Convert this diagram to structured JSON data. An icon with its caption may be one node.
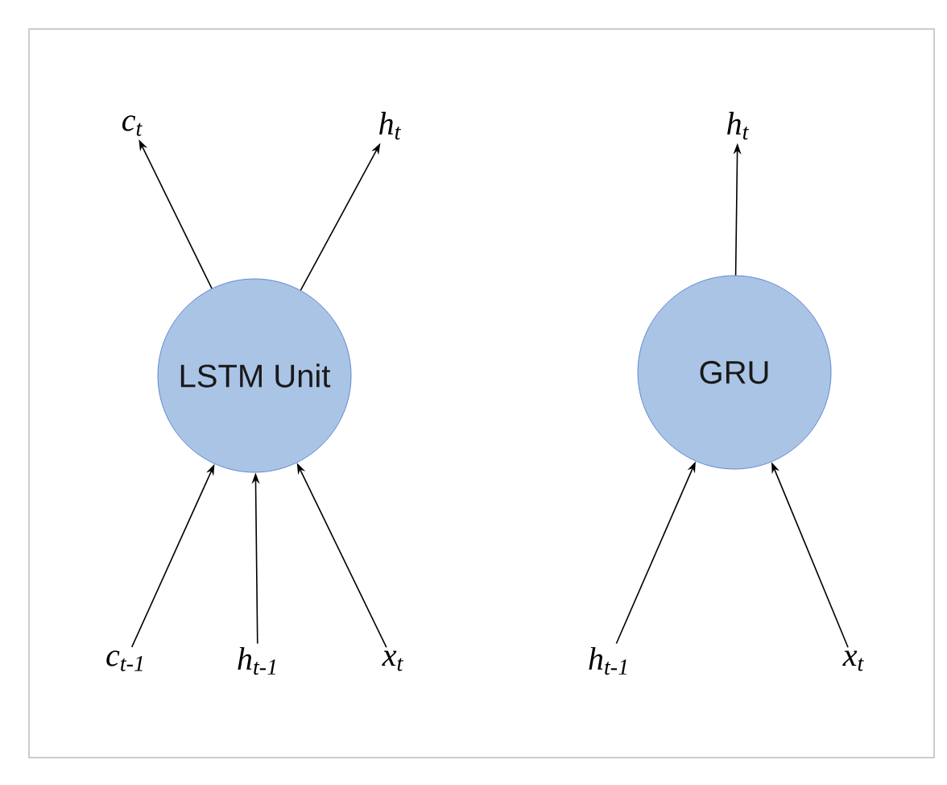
{
  "diagram": {
    "nodes": [
      {
        "text": [
          "LSTM Unit"
        ]
      },
      {
        "text": [
          "GRU"
        ]
      },
      {
        "text": [
          "c$_{t}$"
        ]
      },
      {
        "text": [
          "h$_{t}$"
        ]
      },
      {
        "text": [
          "c$_{t-1}$"
        ]
      },
      {
        "text": [
          "h$_{t-1}$"
        ]
      },
      {
        "text": [
          "x$_{t}$"
        ]
      },
      {
        "text": [
          "h$_{t}$"
        ]
      },
      {
        "text": [
          "h$_{t-1}$"
        ]
      },
      {
        "text": [
          "x$_{t}$"
        ]
      }
    ],
    "edges": [
      {
        "from": 0,
        "to": 2,
        "arrow": "to"
      },
      {
        "from": 0,
        "to": 3,
        "arrow": "to"
      },
      {
        "from": 4,
        "to": 0,
        "arrow": "to"
      },
      {
        "from": 5,
        "to": 0,
        "arrow": "to"
      },
      {
        "from": 6,
        "to": 0,
        "arrow": "to"
      },
      {
        "from": 1,
        "to": 7,
        "arrow": "to"
      },
      {
        "from": 8,
        "to": 1,
        "arrow": "to"
      },
      {
        "from": 9,
        "to": 1,
        "arrow": "to"
      }
    ]
  }
}
